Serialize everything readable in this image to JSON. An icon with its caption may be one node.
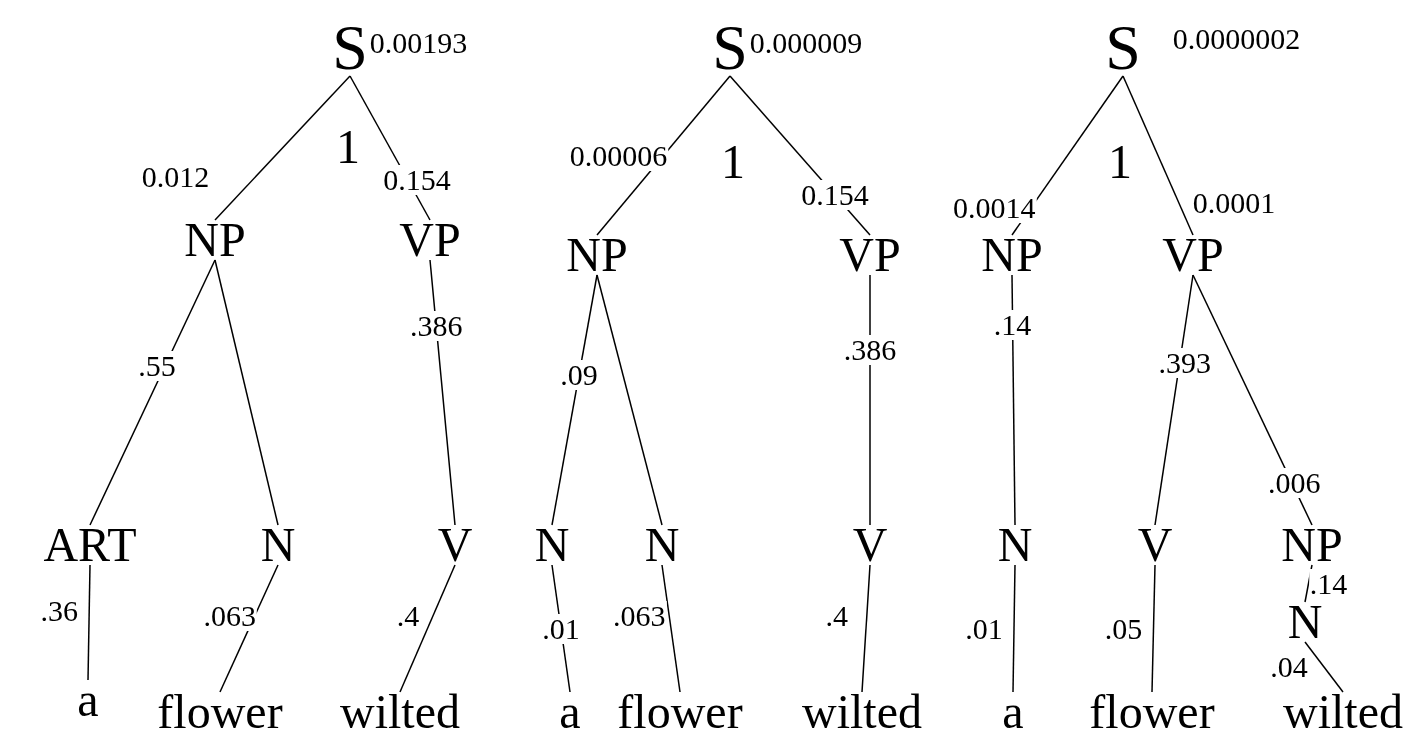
{
  "diagram": {
    "nodes": [
      {
        "text": [
          "S"
        ],
        "beside": [
          "0.00193"
        ]
      },
      {
        "text": [
          "NP"
        ]
      },
      {
        "text": [
          "VP"
        ]
      },
      {
        "text": [
          "ART"
        ]
      },
      {
        "text": [
          "N"
        ]
      },
      {
        "text": [
          "V"
        ]
      },
      {
        "text": [
          "a"
        ]
      },
      {
        "text": [
          "flower"
        ]
      },
      {
        "text": [
          "wilted"
        ]
      },
      {
        "text": [
          "S"
        ],
        "beside": [
          "0.000009"
        ]
      },
      {
        "text": [
          "NP"
        ]
      },
      {
        "text": [
          "VP"
        ]
      },
      {
        "text": [
          "N"
        ]
      },
      {
        "text": [
          "N"
        ]
      },
      {
        "text": [
          "V"
        ]
      },
      {
        "text": [
          "a"
        ]
      },
      {
        "text": [
          "flower"
        ]
      },
      {
        "text": [
          "wilted"
        ]
      },
      {
        "text": [
          "S"
        ],
        "beside": [
          "0.0000002"
        ]
      },
      {
        "text": [
          "NP"
        ]
      },
      {
        "text": [
          "VP"
        ]
      },
      {
        "text": [
          "N"
        ]
      },
      {
        "text": [
          "V"
        ]
      },
      {
        "text": [
          "NP"
        ]
      },
      {
        "text": [
          "N"
        ]
      },
      {
        "text": [
          "a"
        ]
      },
      {
        "text": [
          "flower"
        ]
      },
      {
        "text": [
          "wilted"
        ]
      }
    ],
    "edges": [
      {
        "from": 0,
        "to": 1,
        "arrow": "none",
        "label": "0.012"
      },
      {
        "from": 0,
        "to": 2,
        "arrow": "none",
        "label": "0.154"
      },
      {
        "from": 1,
        "to": 3,
        "arrow": "none",
        "label": ".55"
      },
      {
        "from": 1,
        "to": 4,
        "arrow": "none"
      },
      {
        "from": 2,
        "to": 5,
        "arrow": "none",
        "label": ".386"
      },
      {
        "from": 3,
        "to": 6,
        "arrow": "none",
        "label": ".36"
      },
      {
        "from": 4,
        "to": 7,
        "arrow": "none",
        "label": ".063"
      },
      {
        "from": 5,
        "to": 8,
        "arrow": "none",
        "label": ".4"
      },
      {
        "from": 9,
        "to": 10,
        "arrow": "none",
        "label": "0.00006"
      },
      {
        "from": 9,
        "to": 11,
        "arrow": "none",
        "label": "0.154"
      },
      {
        "from": 10,
        "to": 12,
        "arrow": "none",
        "label": ".09"
      },
      {
        "from": 10,
        "to": 13,
        "arrow": "none"
      },
      {
        "from": 11,
        "to": 14,
        "arrow": "none",
        "label": ".386"
      },
      {
        "from": 12,
        "to": 15,
        "arrow": "none",
        "label": ".01"
      },
      {
        "from": 13,
        "to": 16,
        "arrow": "none",
        "label": ".063"
      },
      {
        "from": 14,
        "to": 17,
        "arrow": "none",
        "label": ".4"
      },
      {
        "from": 18,
        "to": 19,
        "arrow": "none",
        "label": "0.0014"
      },
      {
        "from": 18,
        "to": 20,
        "arrow": "none",
        "label": "0.0001"
      },
      {
        "from": 19,
        "to": 21,
        "arrow": "none",
        "label": ".14"
      },
      {
        "from": 20,
        "to": 22,
        "arrow": "none",
        "label": ".393"
      },
      {
        "from": 20,
        "to": 23,
        "arrow": "none",
        "label": ".006"
      },
      {
        "from": 21,
        "to": 25,
        "arrow": "none",
        "label": ".01"
      },
      {
        "from": 22,
        "to": 26,
        "arrow": "none",
        "label": ".05"
      },
      {
        "from": 23,
        "to": 24,
        "arrow": "none",
        "label": ".14"
      },
      {
        "from": 24,
        "to": 27,
        "arrow": "none",
        "label": ".04"
      }
    ],
    "labels": [
      "1",
      "1",
      "1"
    ]
  }
}
